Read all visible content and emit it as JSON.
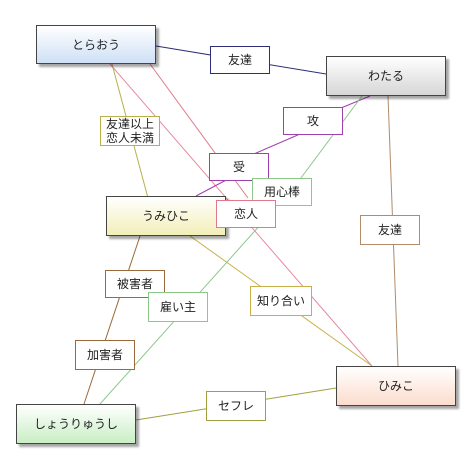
{
  "nodes": {
    "toraou": {
      "text": "とらおう",
      "bg_top": "#ffffff",
      "bg_bottom": "#cfe0f6"
    },
    "wataru": {
      "text": "わたる",
      "bg_top": "#ffffff",
      "bg_bottom": "#d6d6d6"
    },
    "umihiko": {
      "text": "うみひこ",
      "bg_top": "#ffffff",
      "bg_bottom": "#f2efb8"
    },
    "himiko": {
      "text": "ひみこ",
      "bg_top": "#ffffff",
      "bg_bottom": "#fbdccd"
    },
    "shouryuushi": {
      "text": "しょうりゅうし",
      "bg_top": "#ffffff",
      "bg_bottom": "#c9eec4"
    }
  },
  "edges": [
    {
      "id": "toraou-wataru",
      "label": "友達",
      "color": "#2e2e7a"
    },
    {
      "id": "toraou-umihiko",
      "label": [
        "友達以上",
        "恋人未満"
      ],
      "color": "#b8b04a"
    },
    {
      "id": "toraou-himiko",
      "label": "",
      "color": "#e88aa0"
    },
    {
      "id": "wataru-umihiko-seme",
      "label": "攻",
      "color": "#a040b0"
    },
    {
      "id": "wataru-umihiko-uke",
      "label": "受",
      "color": "#a040b0"
    },
    {
      "id": "wataru-umihiko-yojinbo",
      "label": "用心棒",
      "color": "#8cc88a"
    },
    {
      "id": "wataru-himiko",
      "label": "友達",
      "color": "#b08c6a"
    },
    {
      "id": "toraou-umihiko-lover",
      "label": "恋人",
      "color": "#e07a8a"
    },
    {
      "id": "umihiko-himiko",
      "label": "知り合い",
      "color": "#c8b048"
    },
    {
      "id": "umihiko-shouryuushi-victim",
      "label": "被害者",
      "color": "#9a6a3a"
    },
    {
      "id": "wataru-shouryuushi-employer",
      "label": "雇い主",
      "color": "#8cc88a"
    },
    {
      "id": "shouryuushi-umihiko-attacker",
      "label": "加害者",
      "color": "#9a6a3a"
    },
    {
      "id": "shouryuushi-himiko",
      "label": "セフレ",
      "color": "#a0a040"
    }
  ],
  "colors": {
    "node_border": "#444444",
    "seme_border": "#a040b0",
    "uke_border": "#a040b0",
    "lover_border": "#e07a8a",
    "friend_border": "#2e2e7a",
    "yellow_border": "#c8b048",
    "green_border": "#8cc88a",
    "brown_border": "#9a6a3a",
    "sefure_border": "#a0a040",
    "tan_border": "#b08c6a"
  }
}
